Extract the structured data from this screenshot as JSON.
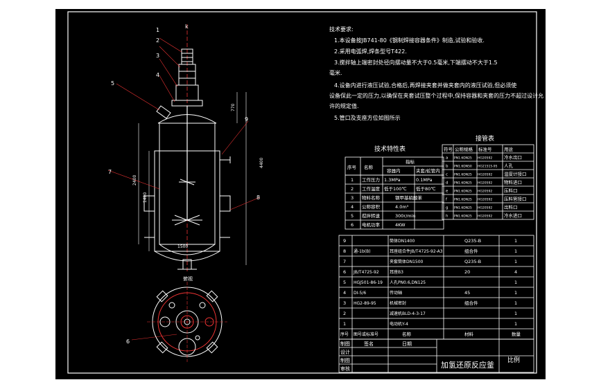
{
  "drawing": {
    "title": "加氢还原反应釜",
    "scale_label": "比例",
    "top_label": "k",
    "plan_view_label": "俯视",
    "balloons": [
      "1",
      "2",
      "3",
      "4",
      "5",
      "6",
      "7",
      "8",
      "9"
    ],
    "dims": [
      "2400",
      "1400",
      "770",
      "4400",
      "1500"
    ]
  },
  "tech_requirements": {
    "heading": "技术要求:",
    "items": [
      "1.本设备按JB741-80《钢制焊接容器条件》制造,试验和验收.",
      "2.采用电弧焊,焊条型号T422.",
      "3.搅拌轴上端密封处径向摆动量不大于0.5毫米,下端摆动不大于1.5毫米.",
      "4.设备内进行液压试验,合格后,再焊接夹套并做夹套内的液压试验,但必须使设备保此一定的压力,以确保在夹套试压整个过程中,保持容器和夹套的压力不超过设计允许的规定值.",
      "5.管口及支座方位如图所示"
    ]
  },
  "tech_specs": {
    "title": "技术特性表",
    "header_idx": "序号",
    "header_name": "名称",
    "header_index": "指标",
    "sub_vessel": "容器内",
    "sub_jacket": "夹套/蛇管内",
    "rows": [
      {
        "no": "1",
        "name": "工作压力",
        "vessel": "1.3MPa",
        "jacket": "0.1MPa"
      },
      {
        "no": "2",
        "name": "工作温度",
        "vessel": "低于100℃",
        "jacket": "低于80℃"
      },
      {
        "no": "3",
        "name": "物料名称",
        "vessel": "钢甲基硝酸苯",
        "jacket": ""
      },
      {
        "no": "4",
        "name": "公称容积",
        "vessel": "4.0m³",
        "jacket": ""
      },
      {
        "no": "5",
        "name": "搅拌转速",
        "vessel": "300r/min",
        "jacket": ""
      },
      {
        "no": "6",
        "name": "电机功率",
        "vessel": "4KW",
        "jacket": ""
      }
    ]
  },
  "nozzles": {
    "title": "接管表",
    "headers": [
      "符号",
      "公称规格",
      "标准号",
      "用途"
    ],
    "rows": [
      {
        "sym": "a",
        "spec": "PN1.6DN25",
        "std": "HG20592",
        "use": "冷水出口"
      },
      {
        "sym": "b",
        "spec": "PN1.6DN50",
        "std": "HG21515-95",
        "use": "人孔"
      },
      {
        "sym": "c",
        "spec": "PN1.6DN25",
        "std": "HG20592",
        "use": "温度计接口"
      },
      {
        "sym": "d",
        "spec": "PN1.6DN25",
        "std": "HG20592",
        "use": "物料进口"
      },
      {
        "sym": "e",
        "spec": "PN1.6DN25",
        "std": "HG20592",
        "use": "压料口"
      },
      {
        "sym": "f",
        "spec": "PN1.6DN25",
        "std": "HG20592",
        "use": "压料管接口"
      },
      {
        "sym": "g",
        "spec": "PN1.6DN25",
        "std": "HG20592",
        "use": "出料口"
      },
      {
        "sym": "h",
        "spec": "PN1.6DN25",
        "std": "HG20592",
        "use": "冷水进口"
      }
    ]
  },
  "parts": {
    "rows": [
      {
        "no": "9",
        "code": "",
        "name": "筒体DN1400",
        "qty1": "Q235-B",
        "qty2": "1"
      },
      {
        "no": "8",
        "code": "通-1b(B)",
        "name": "耳座组合件JB/T4725-92-A3",
        "qty1": "组合件",
        "qty2": "1"
      },
      {
        "no": "7",
        "code": "",
        "name": "夹套筒体DN1500",
        "qty1": "Q235-B",
        "qty2": "1"
      },
      {
        "no": "6",
        "code": "JB/T4725-92",
        "name": "耳座B3",
        "qty1": "20",
        "qty2": "4"
      },
      {
        "no": "5",
        "code": "HGJ501-86-19",
        "name": "人孔PN0.6,DN125",
        "qty1": "",
        "qty2": "1"
      },
      {
        "no": "4",
        "code": "DI-5/6",
        "name": "传动轴",
        "qty1": "45",
        "qty2": "1"
      },
      {
        "no": "3",
        "code": "HG2-89-95",
        "name": "机械密封",
        "qty1": "组合件",
        "qty2": "1"
      },
      {
        "no": "2",
        "code": "",
        "name": "减速机BLD-4-3-17",
        "qty1": "",
        "qty2": "1"
      },
      {
        "no": "1",
        "code": "",
        "name": "电动机Y-4",
        "qty1": "",
        "qty2": "1"
      }
    ],
    "header": {
      "no": "序号",
      "code": "图号或标准号",
      "name": "名称",
      "material": "材料",
      "qty": "数量"
    }
  },
  "title_block": {
    "rows": [
      "设计",
      "制图",
      "审核"
    ],
    "signature_label": "签名",
    "date_label": "日期",
    "first_label": "制图"
  }
}
